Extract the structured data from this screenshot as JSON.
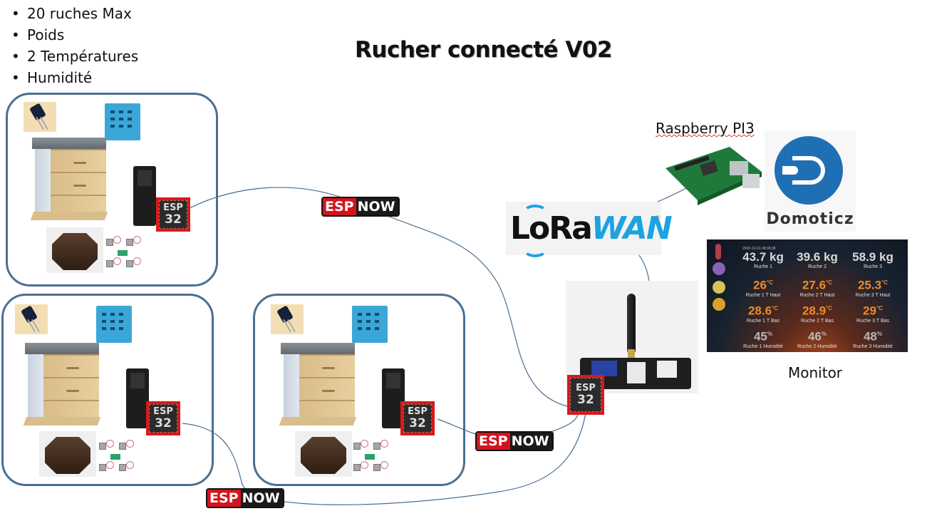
{
  "title": "Rucher connecté V02",
  "features": [
    "20 ruches Max",
    "Poids",
    "2 Températures",
    "Humidité"
  ],
  "hives": [
    {
      "id": "hive-1",
      "esp_label": [
        "ESP",
        "32"
      ]
    },
    {
      "id": "hive-2",
      "esp_label": [
        "ESP",
        "32"
      ]
    },
    {
      "id": "hive-3",
      "esp_label": [
        "ESP",
        "32"
      ]
    }
  ],
  "gateway": {
    "esp_label": [
      "ESP",
      "32"
    ]
  },
  "espnow_badges": [
    {
      "esp": "ESP",
      "now": "NOW"
    },
    {
      "esp": "ESP",
      "now": "NOW"
    },
    {
      "esp": "ESP",
      "now": "NOW"
    }
  ],
  "colors": {
    "hive_border": "#4a6f93",
    "esp_red": "#d3141c",
    "wire": "#4a6f93",
    "lorawan_blue": "#1ca3e0",
    "domoticz_blue": "#1f6fb5",
    "temp_orange": "#f08a2a"
  },
  "raspberry": {
    "label": "Raspberry PI3"
  },
  "lorawan": {
    "lo": "LoRa",
    "wan": "WAN"
  },
  "domoticz": {
    "label": "Domoticz"
  },
  "monitor": {
    "label": "Monitor",
    "timestamp": "2020-12-01 08:08:38",
    "weights": [
      {
        "value": "43.7",
        "unit": "kg",
        "label": "Ruche 1"
      },
      {
        "value": "39.6",
        "unit": "kg",
        "label": "Ruche 2"
      },
      {
        "value": "58.9",
        "unit": "kg",
        "label": "Ruche 3"
      }
    ],
    "temp_haut": [
      {
        "value": "26",
        "unit": "°C",
        "label": "Ruche 1 T Haut"
      },
      {
        "value": "27.6",
        "unit": "°C",
        "label": "Ruche 2 T Haut"
      },
      {
        "value": "25.3",
        "unit": "°C",
        "label": "Ruche 3 T Haut"
      }
    ],
    "temp_bas": [
      {
        "value": "28.6",
        "unit": "°C",
        "label": "Ruche 1 T Bas"
      },
      {
        "value": "28.9",
        "unit": "°C",
        "label": "Ruche 2 T Bas"
      },
      {
        "value": "29",
        "unit": "°C",
        "label": "Ruche 3 T Bas"
      }
    ],
    "humidity": [
      {
        "value": "45",
        "unit": "%",
        "label": "Ruche 1 Humidité"
      },
      {
        "value": "46",
        "unit": "%",
        "label": "Ruche 2 Humidité"
      },
      {
        "value": "48",
        "unit": "%",
        "label": "Ruche 3 Humidité"
      }
    ]
  }
}
